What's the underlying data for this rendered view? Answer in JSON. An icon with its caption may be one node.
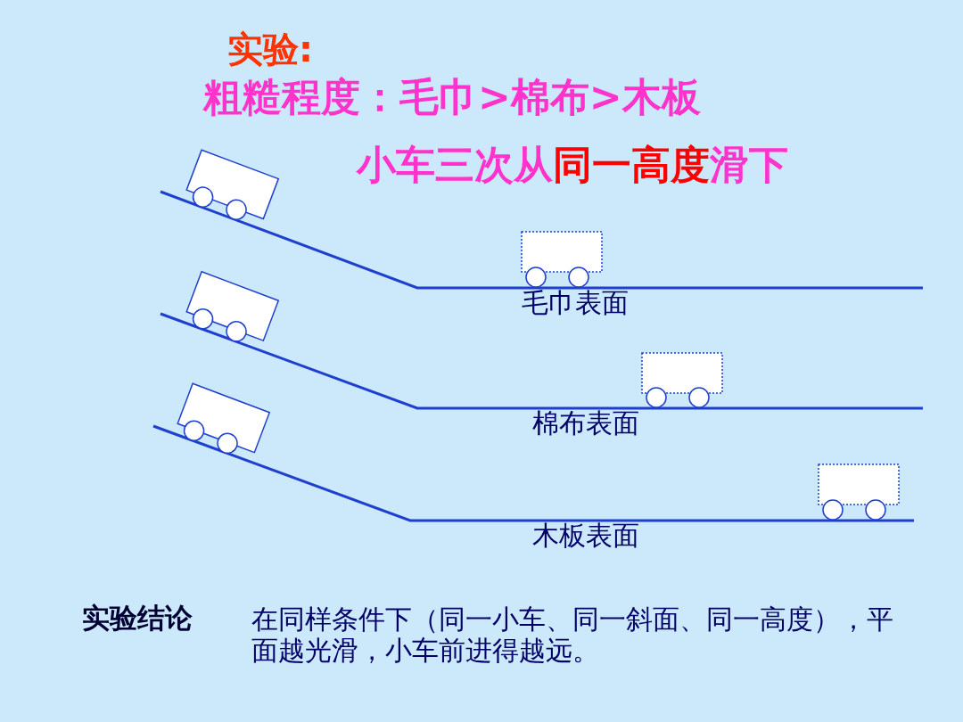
{
  "diagram": {
    "title": "实验:",
    "labels": [
      "粗糙程度：毛巾>棉布>木板",
      "小车三次从**同一高度**滑下",
      "毛巾表面",
      "棉布表面",
      "木板表面",
      "实验结论",
      "在同样条件下（同一小车、同一斜面、同一高度），平面越光滑，小车前进得越远。"
    ]
  }
}
